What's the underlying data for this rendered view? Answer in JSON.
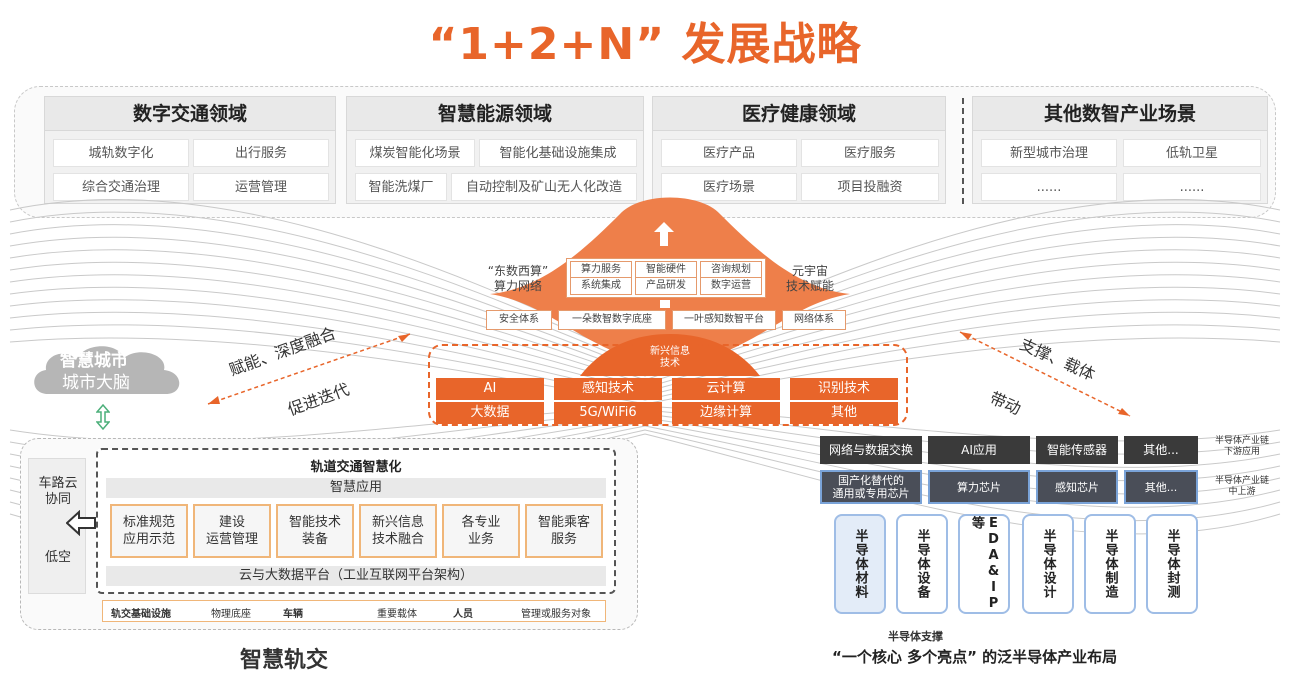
{
  "title": "“1+2+N” 发展战略",
  "domains": [
    {
      "name": "数字交通领域",
      "items": [
        "城轨数字化",
        "出行服务",
        "综合交通治理",
        "运营管理"
      ]
    },
    {
      "name": "智慧能源领域",
      "items": [
        "煤炭智能化场景",
        "智能化基础设施集成",
        "智能洗煤厂",
        "自动控制及矿山无人化改造"
      ]
    },
    {
      "name": "医疗健康领域",
      "items": [
        "医疗产品",
        "医疗服务",
        "医疗场景",
        "项目投融资"
      ]
    },
    {
      "name": "其他数智产业场景",
      "items": [
        "新型城市治理",
        "低轨卫星",
        "......",
        "......"
      ]
    }
  ],
  "center": {
    "left_peak": "“东数西算”\n算力网络",
    "right_peak": "元宇宙\n技术赋能",
    "services": [
      "算力服务",
      "智能硬件",
      "咨询规划",
      "系统集成",
      "产品研发",
      "数字运营"
    ],
    "systems": [
      "安全体系",
      "一朵数智数字底座",
      "一叶感知数智平台",
      "网络体系"
    ],
    "emerging_label": "新兴信息\n技术",
    "tech": [
      "AI",
      "感知技术",
      "云计算",
      "识别技术",
      "大数据",
      "5G/WiFi6",
      "边缘计算",
      "其他"
    ]
  },
  "side_labels": {
    "left_upper": "赋能、深度融合",
    "left_lower": "促进迭代",
    "right_upper": "支撑、载体",
    "right_lower": "带动"
  },
  "smart_city": {
    "line1": "智慧城市",
    "line2": "城市大脑"
  },
  "rail": {
    "side": [
      "车路云\n协同",
      "低空"
    ],
    "head": "轨道交通智慧化",
    "app_bar": "智慧应用",
    "apps": [
      "标准规范\n应用示范",
      "建设\n运营管理",
      "智能技术\n装备",
      "新兴信息\n技术融合",
      "各专业\n业务",
      "智能乘客\n服务"
    ],
    "platform": "云与大数据平台（工业互联网平台架构）",
    "infra": [
      "轨交基础设施",
      "物理底座",
      "车辆",
      "重要载体",
      "人员",
      "管理或服务对象"
    ],
    "caption": "智慧轨交"
  },
  "semi": {
    "row1": [
      "网络与数据交换",
      "AI应用",
      "智能传感器",
      "其他..."
    ],
    "row1_note": "半导体产业链\n下游应用",
    "row2": [
      "国产化替代的\n通用或专用芯片",
      "算力芯片",
      "感知芯片",
      "其他..."
    ],
    "row2_note": "半导体产业链\n中上游",
    "pillars": [
      "半导体材料",
      "半导体设备",
      "EDA&IP等",
      "半导体设计",
      "半导体制造",
      "半导体封测"
    ],
    "support": "半导体支撑",
    "caption": "“一个核心 多个亮点” 的泛半导体产业布局"
  },
  "colors": {
    "accent": "#e8652a",
    "dark_box": "#3a3a3a",
    "blue_border": "#9fbde6"
  }
}
